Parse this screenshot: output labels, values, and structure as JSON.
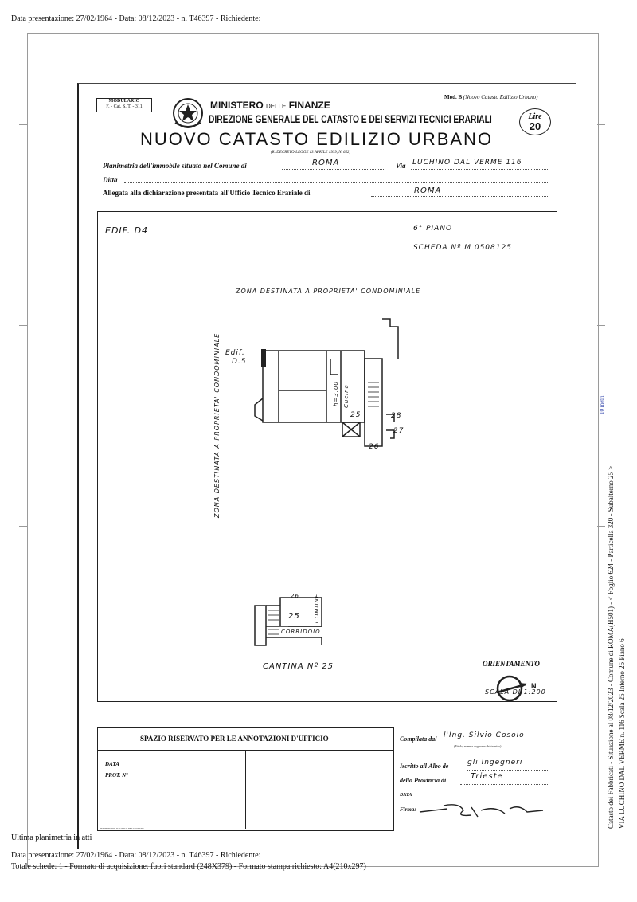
{
  "header": {
    "top_line": "Data presentazione: 27/02/1964 - Data: 08/12/2023 - n. T46397 - Richiedente:"
  },
  "form": {
    "modulario": "MODULARIO",
    "modulario_code": "F. - Cat. S. T. - 311",
    "mod_b": "Mod. B",
    "mod_b_desc": "(Nuovo Catasto Edilizio Urbano)",
    "ministry_a": "MINISTERO",
    "ministry_b": "DELLE",
    "ministry_c": "FINANZE",
    "directorate": "DIREZIONE GENERALE DEL CATASTO E DEI SERVIZI TECNICI ERARIALI",
    "title": "NUOVO CATASTO EDILIZIO URBANO",
    "decree": "(R. DECRETO-LEGGE 13 APRILE 1939, N. 652)",
    "lire_label": "Lire",
    "lire_value": "20",
    "row1_prefix": "Planimetria dell'immobile situato nel Comune di",
    "comune": "ROMA",
    "via_label": "Via",
    "via_value": "LUCHINO DAL VERME 116",
    "ditta_label": "Ditta",
    "allegata_label": "Allegata alla dichiarazione presentata all'Ufficio Tecnico Erariale di",
    "ufficio": "ROMA"
  },
  "plan": {
    "edificio": "EDIF. D4",
    "piano": "6° PIANO",
    "scheda": "SCHEDA Nº M 0508125",
    "zona_top": "ZONA DESTINATA A PROPRIETA' CONDOMINIALE",
    "zona_left": "ZONA DESTINATA A PROPRIETA' CONDOMINIALE",
    "edif_d5_a": "Edif.",
    "edif_d5_b": "D.5",
    "height": "h=3.00",
    "cucina": "Cucina",
    "num_25": "25",
    "num_28": "28",
    "num_27": "27",
    "num_26": "26",
    "cantina_26": "26",
    "cantina_25": "25",
    "comune_lbl": "COMUNE",
    "corridoio": "CORRIDOIO",
    "cantina": "CANTINA Nº 25",
    "orientamento": "ORIENTAMENTO",
    "north": "N",
    "scala": "SCALA DI 1:200"
  },
  "annotations": {
    "spazio": "SPAZIO RISERVATO PER LE ANNOTAZIONI D'UFFICIO",
    "data": "DATA",
    "prot": "PROT. Nº",
    "compilata": "Compilata dal",
    "compilata_value": "l'Ing. Silvio Cosolo",
    "compilata_note": "(Titolo, nome e cognome del tecnico)",
    "iscritto": "Iscritto all'Albo de",
    "iscritto_value": "gli Ingegneri",
    "provincia": "della Provincia di",
    "provincia_value": "Trieste",
    "data2": "DATA",
    "firma": "Firma:",
    "printer": "ISTITUTO POLIGRAFICO DELLO STATO"
  },
  "side": {
    "line1": "Catasto dei Fabbricati - Situazione al 08/12/2023 - Comune di ROMA(H501) - < Foglio 624 - Particella 320 - Subalterno 25 >",
    "line2": "VIA LUCHINO DAL VERME n. 116  Scala 25 Interno 25 Piano 6",
    "marker": "10 metri"
  },
  "footer": {
    "ultima": "Ultima planimetria in atti",
    "line1": "Data presentazione: 27/02/1964 - Data: 08/12/2023 - n. T46397 - Richiedente:",
    "line2": "Totale schede: 1 - Formato di acquisizione: fuori standard (248X379) - Formato stampa richiesto: A4(210x297)"
  }
}
